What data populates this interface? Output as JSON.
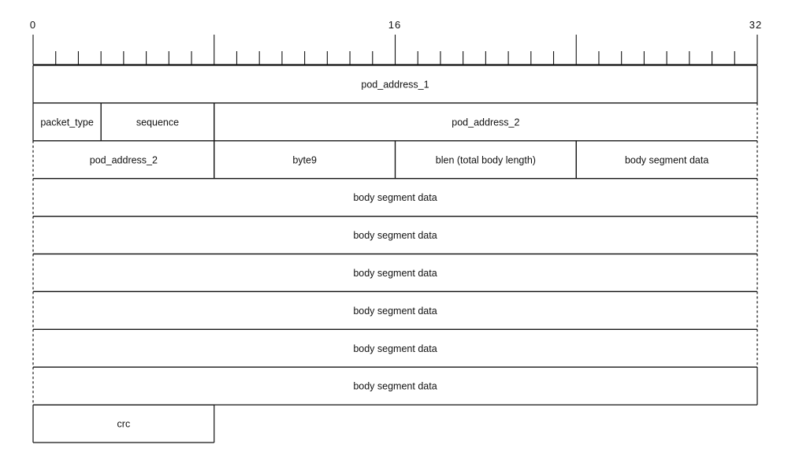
{
  "ruler": {
    "labels": [
      "0",
      "16",
      "32"
    ]
  },
  "rows": [
    {
      "fields": [
        {
          "label": "pod_address_1",
          "bits": 32
        }
      ]
    },
    {
      "fields": [
        {
          "label": "packet_type",
          "bits": 3
        },
        {
          "label": "sequence",
          "bits": 5
        },
        {
          "label": "pod_address_2",
          "bits": 24,
          "open_right": true
        }
      ]
    },
    {
      "fields": [
        {
          "label": "pod_address_2",
          "bits": 8,
          "open_left": true
        },
        {
          "label": "byte9",
          "bits": 8
        },
        {
          "label": "blen (total body length)",
          "bits": 8
        },
        {
          "label": "body segment data",
          "bits": 8,
          "open_right": true
        }
      ]
    },
    {
      "fields": [
        {
          "label": "body segment data",
          "bits": 32,
          "open_left": true,
          "open_right": true
        }
      ]
    },
    {
      "fields": [
        {
          "label": "body segment data",
          "bits": 32,
          "open_left": true,
          "open_right": true
        }
      ]
    },
    {
      "fields": [
        {
          "label": "body segment data",
          "bits": 32,
          "open_left": true,
          "open_right": true
        }
      ]
    },
    {
      "fields": [
        {
          "label": "body segment data",
          "bits": 32,
          "open_left": true,
          "open_right": true
        }
      ]
    },
    {
      "fields": [
        {
          "label": "body segment data",
          "bits": 32,
          "open_left": true,
          "open_right": true
        }
      ]
    },
    {
      "fields": [
        {
          "label": "body segment data",
          "bits": 32,
          "open_left": true
        }
      ]
    },
    {
      "fields": [
        {
          "label": "crc",
          "bits": 8
        }
      ]
    }
  ]
}
